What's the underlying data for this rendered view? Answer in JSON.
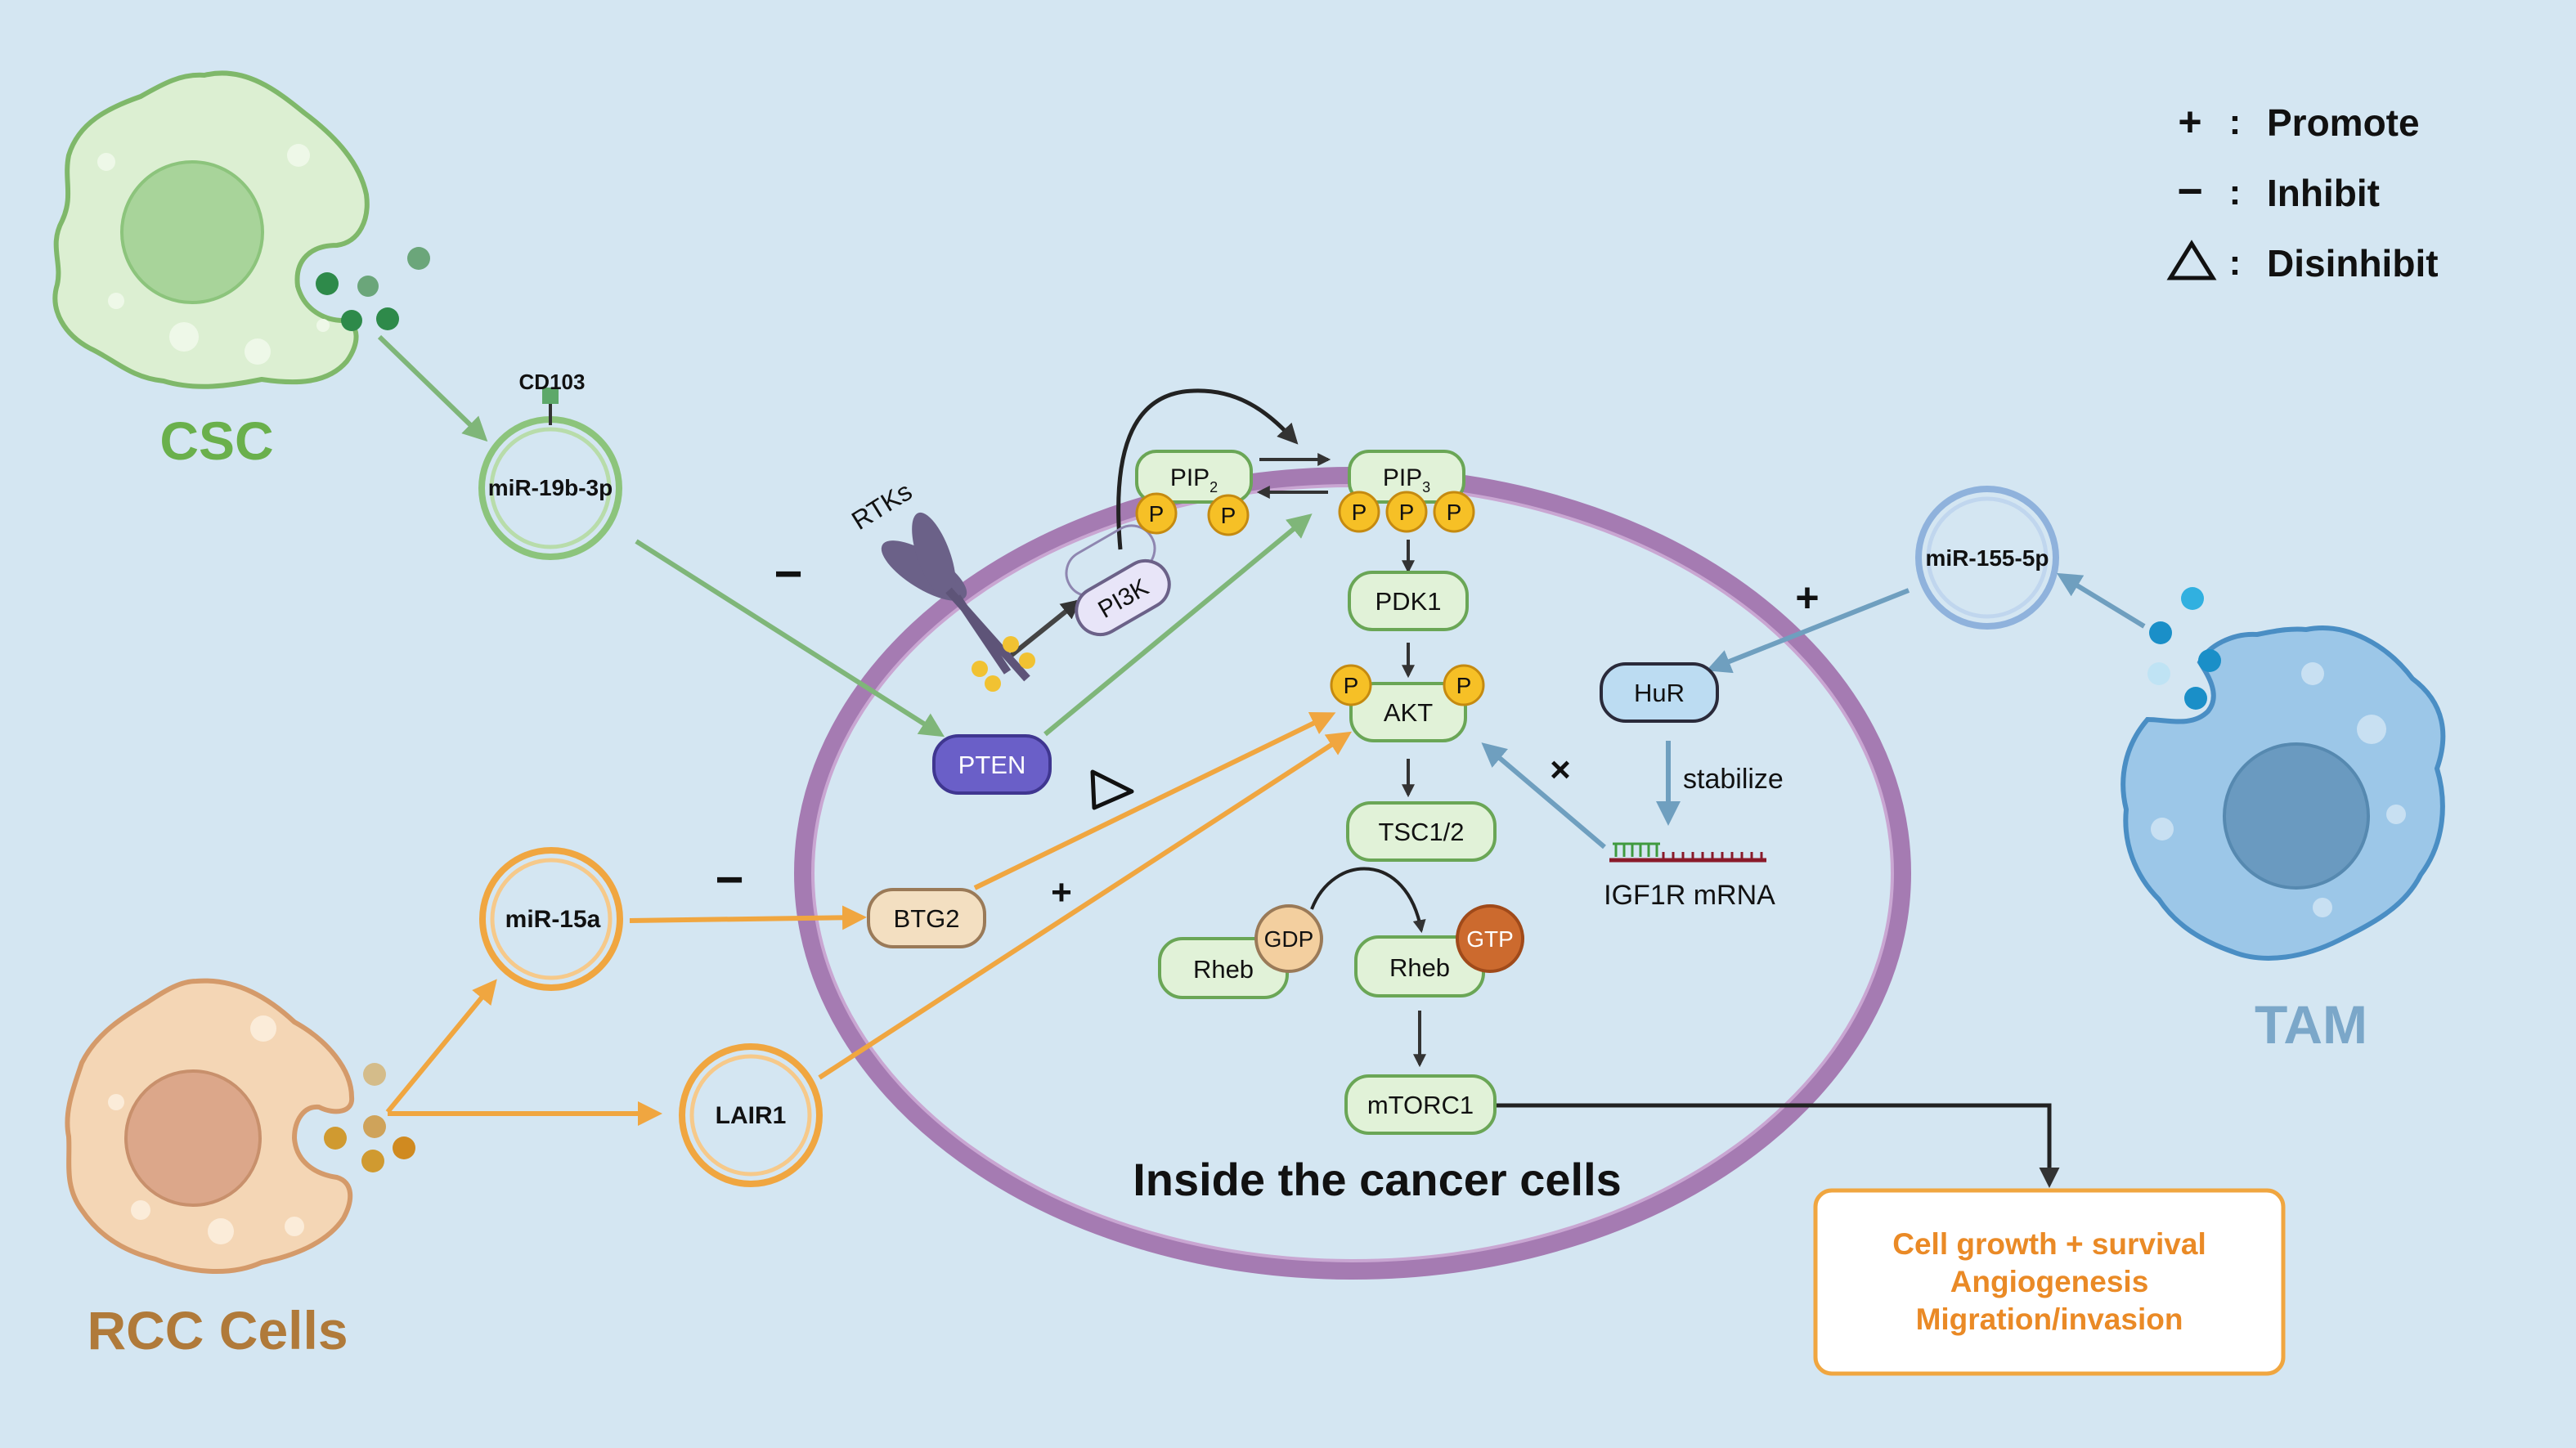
{
  "colors": {
    "background": "#d4e6f2",
    "membrane": "#a57bb2",
    "csc": "#6ab04c",
    "rcc": "#b07a3a",
    "tam": "#7ba7c9",
    "orange": "#f0a640",
    "green_arrow": "#7fb679",
    "blue_arrow": "#6f9fbf"
  },
  "legend": {
    "promote_symbol": "+",
    "promote_sep": ":",
    "promote_label": "Promote",
    "inhibit_symbol": "−",
    "inhibit_sep": ":",
    "inhibit_label": "Inhibit",
    "disinhibit_sep": ":",
    "disinhibit_label": "Disinhibit"
  },
  "cells": {
    "csc_label": "CSC",
    "rcc_label": "RCC Cells",
    "tam_label": "TAM",
    "inside_label": "Inside the cancer cells"
  },
  "vesicles": {
    "csc_vesicle": "miR-19b-3p",
    "csc_marker": "CD103",
    "rcc_vesicle_top": "miR-15a",
    "rcc_vesicle_bottom": "LAIR1",
    "tam_vesicle": "miR-155-5p"
  },
  "pathway": {
    "rtks": "RTKs",
    "pi3k": "PI3K",
    "pip2": "PIP",
    "pip2_sub": "2",
    "pip3": "PIP",
    "pip3_sub": "3",
    "phospho": "P",
    "pdk1": "PDK1",
    "akt": "AKT",
    "pten": "PTEN",
    "btg2": "BTG2",
    "tsc": "TSC1/2",
    "rheb_gdp": "Rheb",
    "gdp": "GDP",
    "rheb_gtp": "Rheb",
    "gtp": "GTP",
    "mtorc1": "mTORC1",
    "hur": "HuR",
    "stabilize": "stabilize",
    "igf1r": "IGF1R mRNA"
  },
  "signs": {
    "csc_inhibit": "−",
    "mir15a_inhibit": "−",
    "lair1_promote": "+",
    "tam_promote": "+",
    "igf1r_sign": "×"
  },
  "outcome": {
    "line1": "Cell growth + survival",
    "line2": "Angiogenesis",
    "line3": "Migration/invasion"
  }
}
